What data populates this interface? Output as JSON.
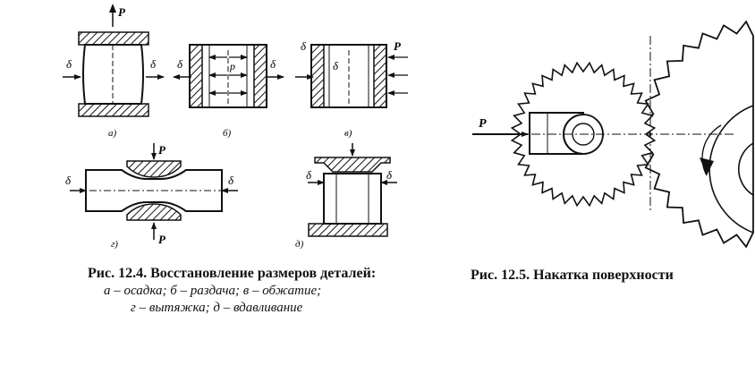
{
  "fig_12_4": {
    "label_a": "а)",
    "label_b": "б)",
    "label_v": "в)",
    "label_g": "г)",
    "label_d": "д)",
    "load_P": "P",
    "gap_delta": "δ",
    "pressure_p": "p",
    "caption_title": "Рис. 12.4. Восстановление размеров деталей:",
    "caption_line1": "а – осадка; б – раздача; в – обжатие;",
    "caption_line2": "г – вытяжка; д – вдавливание"
  },
  "fig_12_5": {
    "load_P": "P",
    "caption_title": "Рис. 12.5. Накатка поверхности"
  }
}
